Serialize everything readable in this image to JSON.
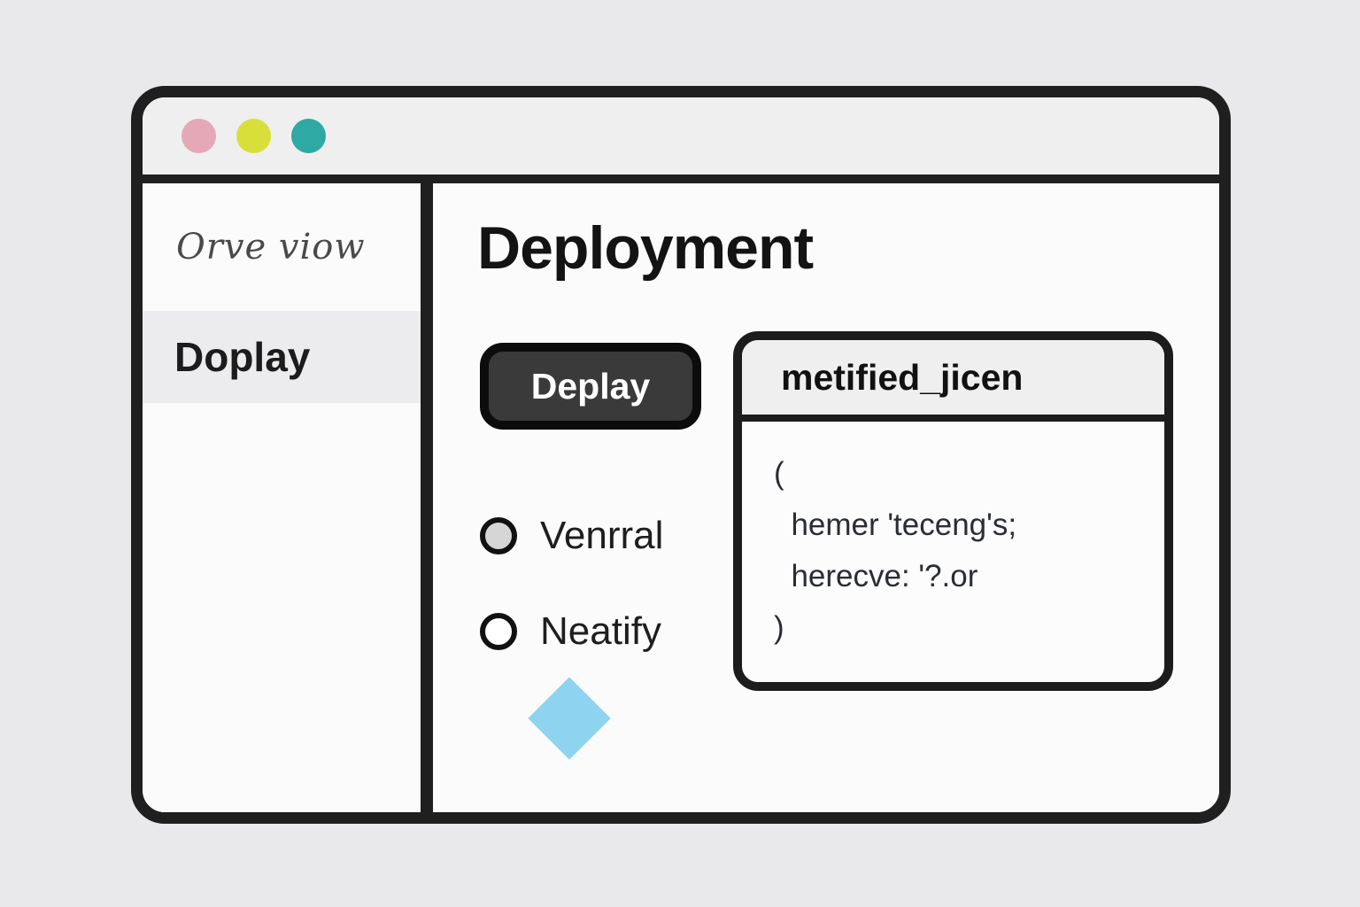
{
  "window": {
    "traffic_lights": [
      {
        "name": "close",
        "color": "#e5a8b6"
      },
      {
        "name": "minimize",
        "color": "#d8df3a"
      },
      {
        "name": "zoom",
        "color": "#2ea9a4"
      }
    ]
  },
  "sidebar": {
    "items": [
      {
        "label": "Orve viow",
        "active": false
      },
      {
        "label": "Doplay",
        "active": true
      }
    ]
  },
  "main": {
    "title": "Deployment",
    "deploy_button_label": "Deplay",
    "radios": [
      {
        "label": "Venrral",
        "selected": true
      },
      {
        "label": "Neatify",
        "selected": false
      }
    ],
    "code_panel": {
      "title": "metified_jicen",
      "lines": [
        "(",
        "  hemer 'teceng's;",
        "  herecve: '?.or",
        ")"
      ]
    },
    "diamond_color": "#8ed3f0"
  }
}
